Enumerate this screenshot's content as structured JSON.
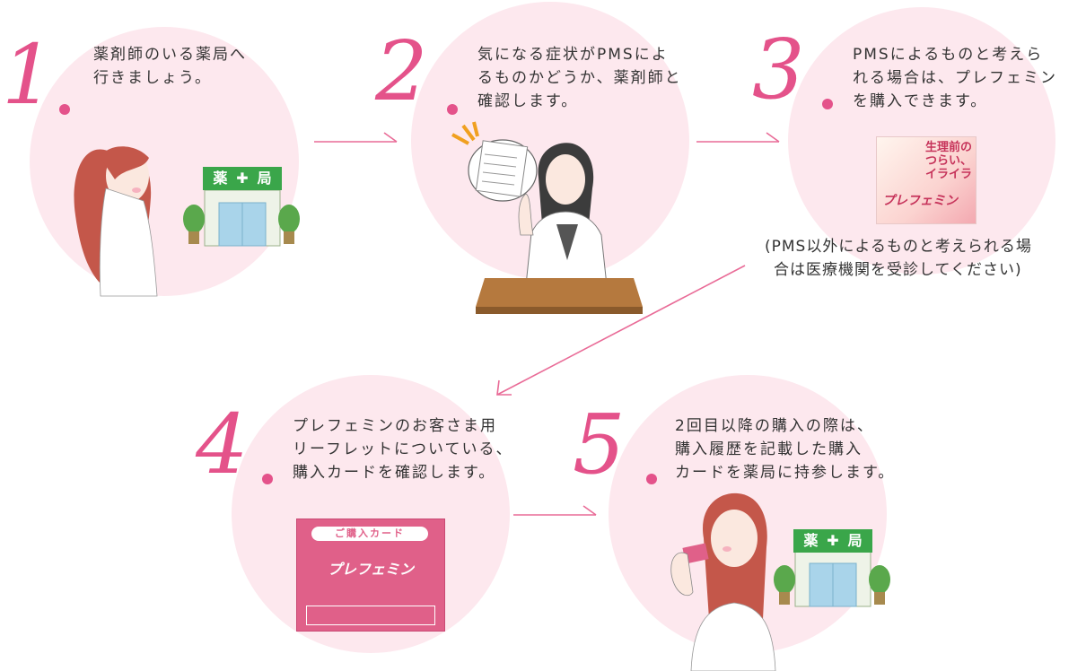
{
  "steps": [
    {
      "number": "1",
      "line1": "薬剤師のいる薬局へ",
      "line2": "行きましょう。",
      "line3": ""
    },
    {
      "number": "2",
      "line1": "気になる症状がPMSによ",
      "line2": "るものかどうか、薬剤師と",
      "line3": "確認します。"
    },
    {
      "number": "3",
      "line1": "PMSによるものと考えら",
      "line2": "れる場合は、プレフェミン",
      "line3": "を購入できます。"
    },
    {
      "number": "4",
      "line1": "プレフェミンのお客さま用",
      "line2": "リーフレットについている、",
      "line3": "購入カードを確認します。"
    },
    {
      "number": "5",
      "line1": "2回目以降の購入の際は、",
      "line2": "購入履歴を記載した購入",
      "line3": "カードを薬局に持参します。"
    }
  ],
  "note": {
    "line1": "(PMS以外によるものと考えられる場",
    "line2": "合は医療機関を受診してください)"
  },
  "store_sign": {
    "left": "薬",
    "right": "局"
  },
  "product_box": {
    "label1": "生理前の",
    "label2": "つらい、",
    "label3": "イライラ",
    "brand": "プレフェミン"
  },
  "card": {
    "header": "ご購入カード",
    "brand": "プレフェミン"
  },
  "colors": {
    "accent": "#e4528a",
    "circle": "#fde8ee",
    "arrow": "#e96b97",
    "store_green": "#3aa64a"
  }
}
